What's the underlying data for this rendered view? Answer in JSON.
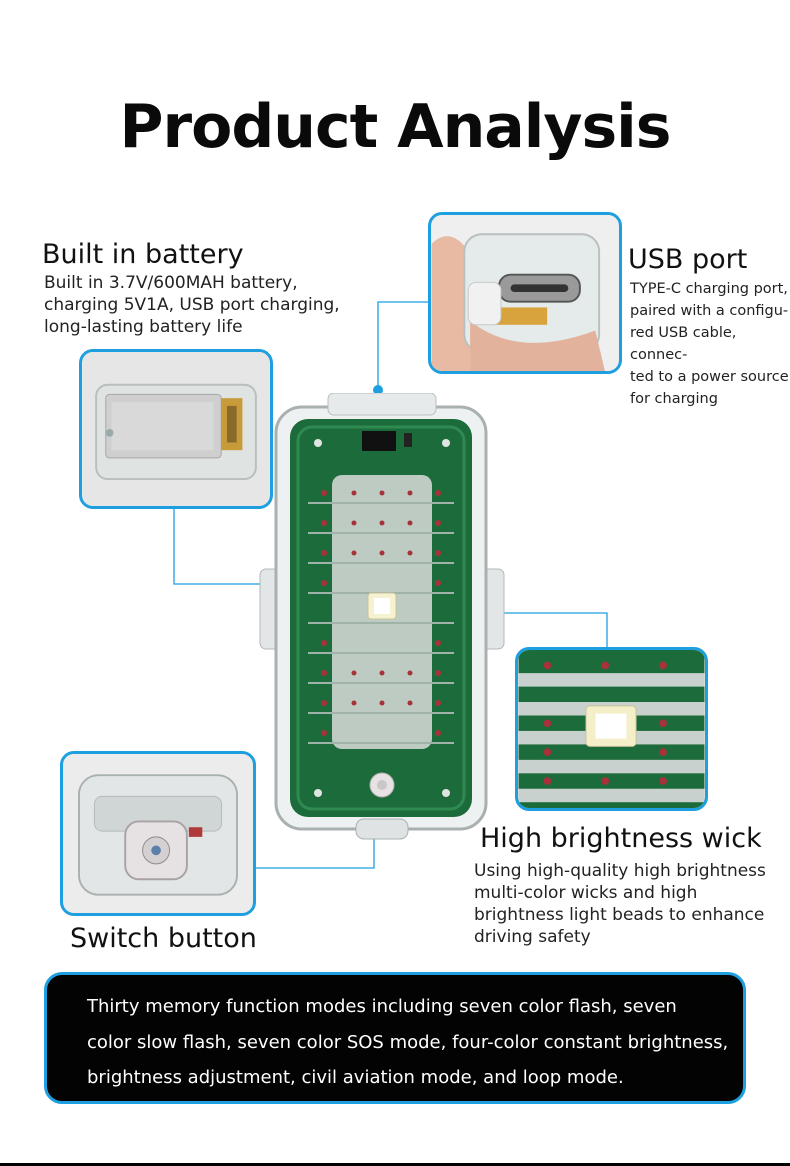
{
  "title": "Product Analysis",
  "battery": {
    "heading": "Built in battery",
    "lines": [
      "Built in 3.7V/600MAH battery,",
      "charging 5V1A, USB port charging,",
      "long-lasting battery life"
    ]
  },
  "usb": {
    "heading": "USB port",
    "lines": [
      "TYPE-C charging port,",
      "paired with a configu-",
      "red USB cable, connec-",
      "ted to a power source",
      "for charging"
    ]
  },
  "wick": {
    "heading": "High brightness wick",
    "lines": [
      "Using high-quality high brightness",
      "multi-color wicks and high",
      "brightness light beads to enhance",
      "driving safety"
    ]
  },
  "switch": {
    "heading": "Switch button"
  },
  "banner": {
    "lines": [
      "Thirty memory function modes including seven color flash, seven",
      "color slow flash, seven color SOS mode, four-color constant brightness,",
      "brightness adjustment, civil aviation mode, and loop mode."
    ]
  },
  "colors": {
    "accent": "#1d9fe0",
    "pcb": "#1c6b3a",
    "banner_bg": "#030303"
  }
}
